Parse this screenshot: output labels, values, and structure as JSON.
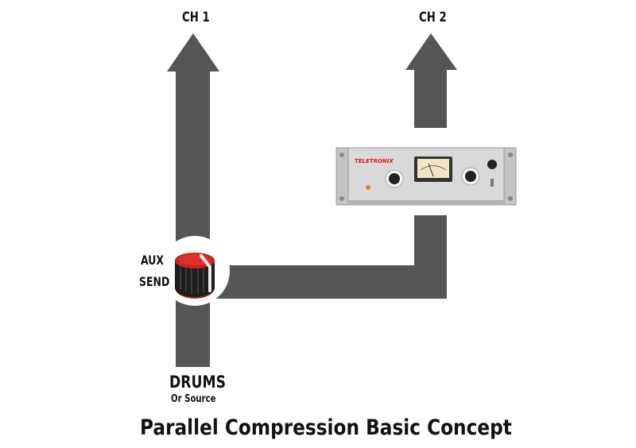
{
  "channels": {
    "ch1_label": "CH 1",
    "ch2_label": "CH 2"
  },
  "aux_send": {
    "label_line1": "AUX",
    "label_line2": "SEND"
  },
  "source": {
    "title": "DRUMS",
    "subtitle": "Or Source"
  },
  "compressor": {
    "brand": "TELETRONIX"
  },
  "caption": "Parallel Compression Basic Concept",
  "colors": {
    "arrow": "#555555",
    "knob_red": "#c8231f",
    "knob_black": "#1d1d1d",
    "rack_silver": "#d9d9d9",
    "text": "#111111"
  }
}
